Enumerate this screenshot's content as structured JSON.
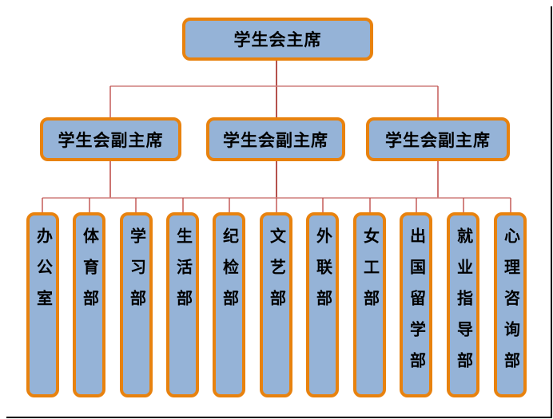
{
  "diagram": {
    "type": "org-chart",
    "president": "学生会主席",
    "vice_presidents": [
      "学生会副主席",
      "学生会副主席",
      "学生会副主席"
    ],
    "departments": [
      "办公室",
      "体育部",
      "学习部",
      "生活部",
      "纪检部",
      "文艺部",
      "外联部",
      "女工部",
      "出国留学部",
      "就业指导部",
      "心理咨询部"
    ]
  },
  "colors": {
    "box_fill": "#95b3d7",
    "box_border": "#e8820e",
    "connector_line": "#bf514d",
    "text": "#000000",
    "frame_border": "#000000",
    "background": "#ffffff"
  }
}
